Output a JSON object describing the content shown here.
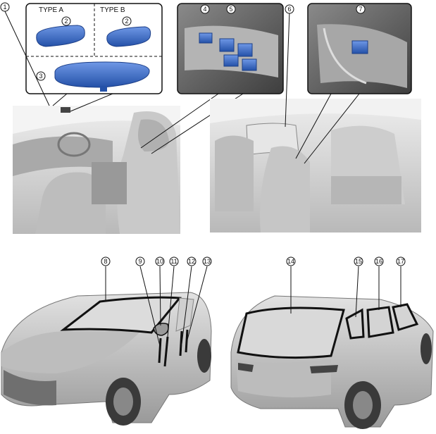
{
  "labels": {
    "type_a": "TYPE A",
    "type_b": "TYPE B"
  },
  "callouts": [
    "1",
    "2",
    "2",
    "3",
    "4",
    "5",
    "6",
    "7",
    "8",
    "9",
    "10",
    "11",
    "12",
    "13",
    "14",
    "15",
    "16",
    "17"
  ],
  "colors": {
    "highlight_blue": "#3a6fd0",
    "highlight_dark": "#1d3f88",
    "body_gray": "#c8c8c8",
    "interior_gray": "#d6d6d6",
    "outline": "#111111",
    "background": "#ffffff"
  }
}
